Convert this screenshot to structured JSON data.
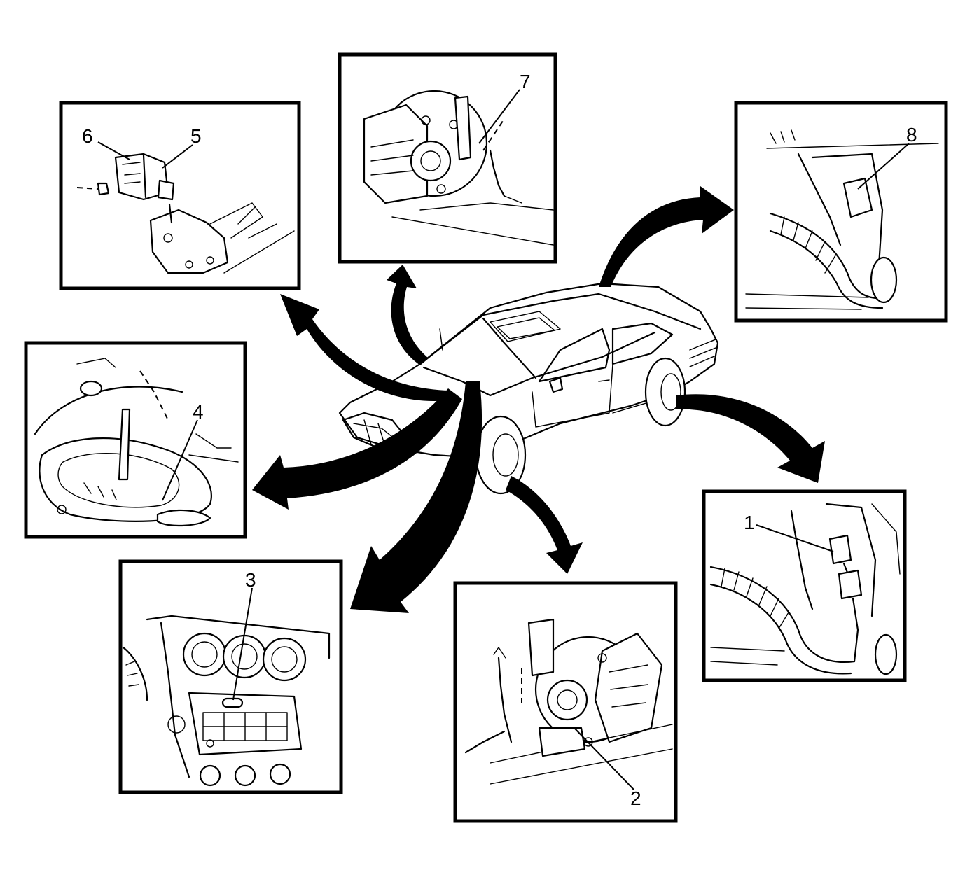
{
  "callouts": [
    "1",
    "2",
    "3",
    "4",
    "5",
    "6",
    "7",
    "8"
  ],
  "colors": {
    "line": "#000000",
    "background": "#ffffff"
  }
}
